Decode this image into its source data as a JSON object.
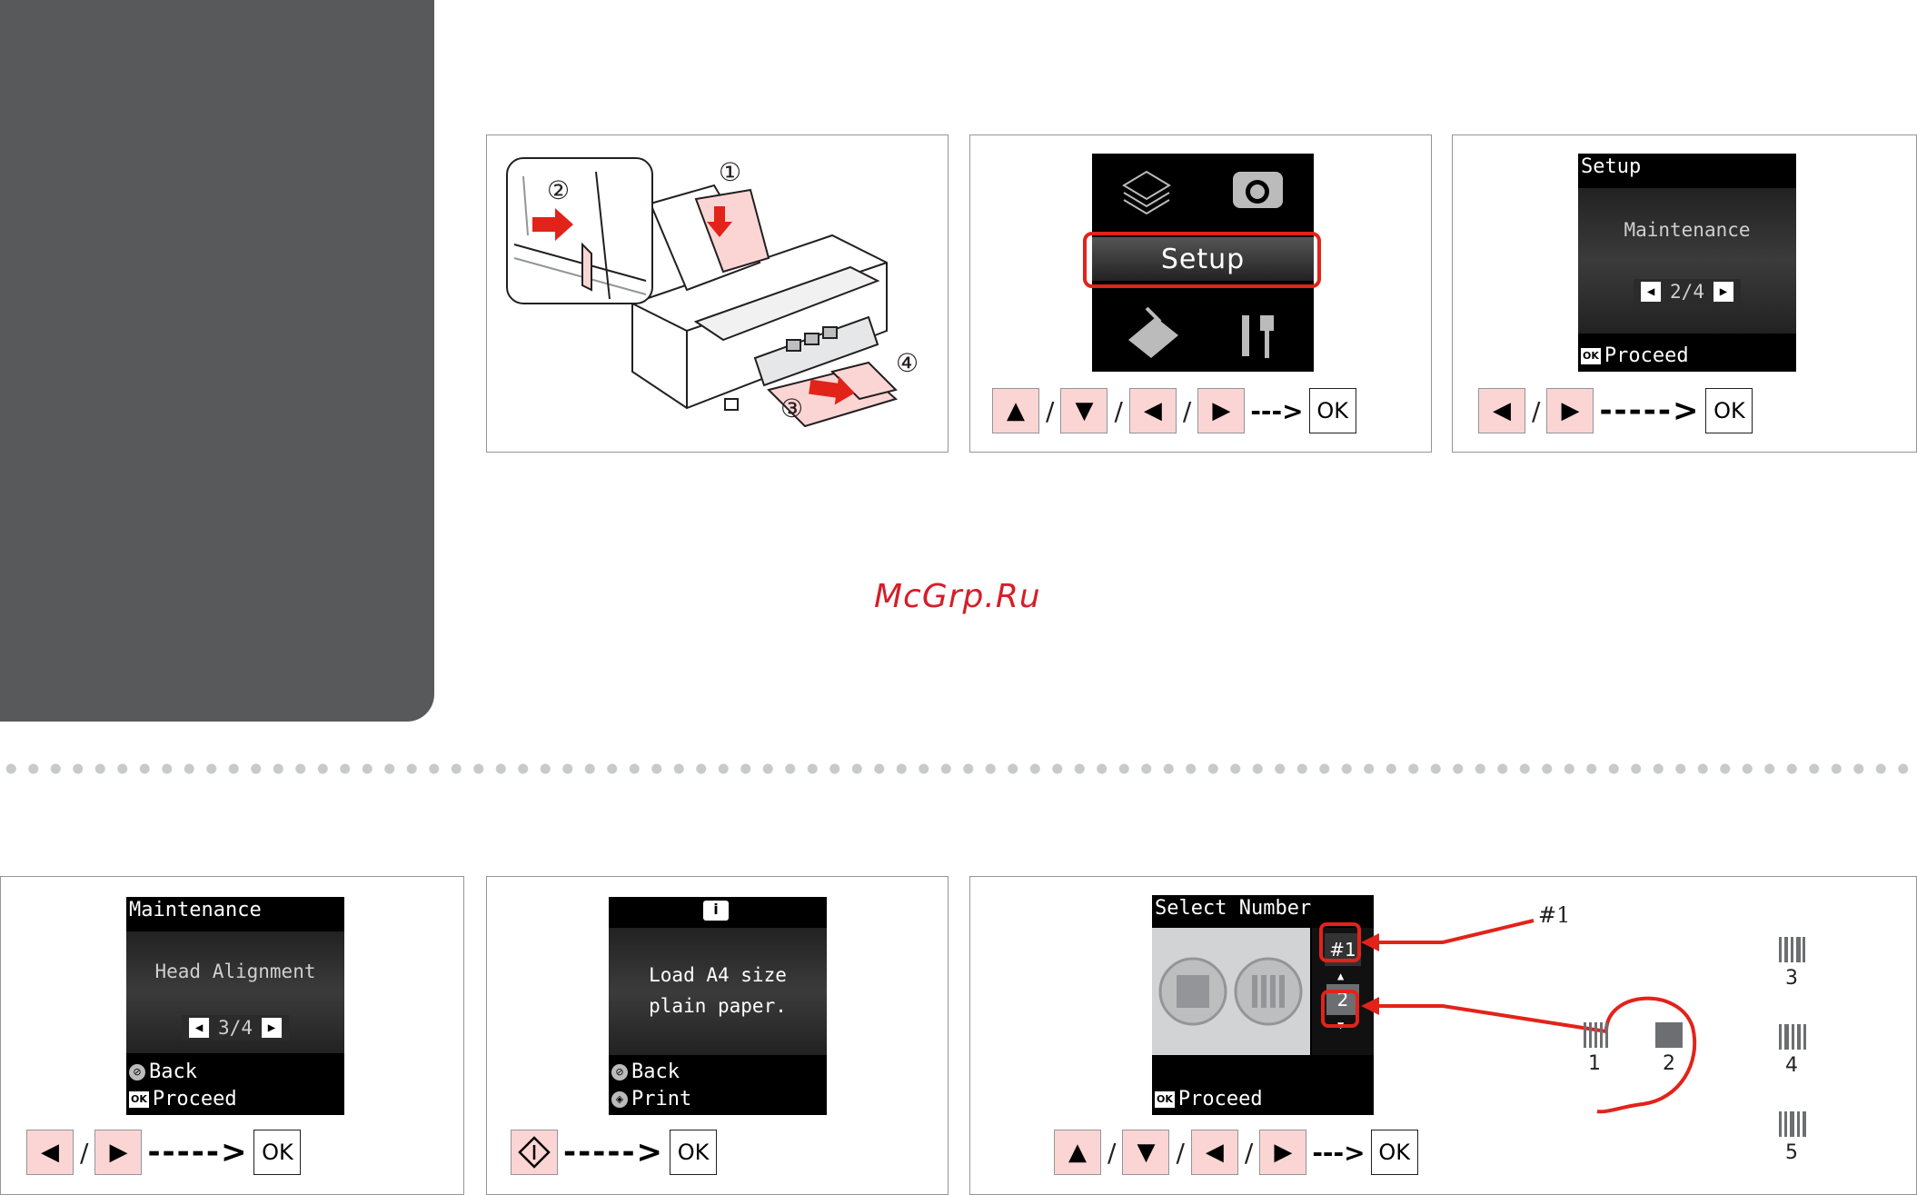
{
  "watermark": "McGrp.Ru",
  "panel1": {
    "callouts": [
      "①",
      "②",
      "③",
      "④"
    ]
  },
  "panel2": {
    "menu_label": "Setup",
    "buttons": [
      "▲",
      "/",
      "▼",
      "/",
      "◀",
      "/",
      "▶"
    ],
    "ok": "OK"
  },
  "panel3": {
    "title": "Setup",
    "item": "Maintenance",
    "page": "2/4",
    "footer": "Proceed",
    "ok_badge": "OK",
    "ok": "OK"
  },
  "panel4": {
    "title": "Maintenance",
    "item": "Head Alignment",
    "page": "3/4",
    "back": "Back",
    "proceed": "Proceed",
    "ok_badge": "OK",
    "ok": "OK"
  },
  "panel5": {
    "line1": "Load A4 size",
    "line2": "plain paper.",
    "back": "Back",
    "print": "Print",
    "ok": "OK"
  },
  "panel6": {
    "title": "Select Number",
    "badge1": "#1",
    "badge2": "2",
    "footer": "Proceed",
    "ok_badge": "OK",
    "annotation": "#1",
    "patterns": [
      "1",
      "2",
      "3",
      "4",
      "5"
    ],
    "ok": "OK"
  },
  "arrows": {
    "up": "▲",
    "down": "▼",
    "left": "◀",
    "right": "▶",
    "slash": "/",
    "dashes": "----->"
  }
}
